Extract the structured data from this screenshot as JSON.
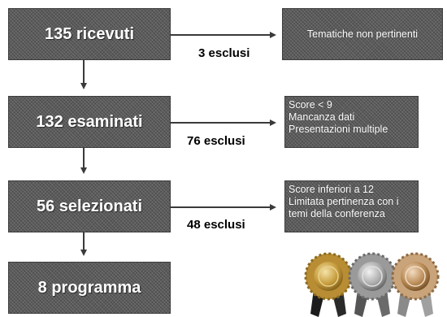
{
  "stages": [
    {
      "label": "135 ricevuti"
    },
    {
      "label": "132 esaminati"
    },
    {
      "label": "56 selezionati"
    },
    {
      "label": "8 programma"
    }
  ],
  "exclusions": [
    {
      "count": "3 esclusi",
      "reasons": [
        "Tematiche non pertinenti"
      ]
    },
    {
      "count": "76 esclusi",
      "reasons": [
        "Score < 9",
        "Mancanza dati",
        "Presentazioni multiple"
      ]
    },
    {
      "count": "48 esclusi",
      "reasons": [
        "Score inferiori a 12",
        "Limitata pertinenza con i",
        "temi della conferenza"
      ]
    }
  ],
  "colors": {
    "box": "#5b5b5b",
    "arrow": "#3a3a3a",
    "rosette_gold": "#c49a3a",
    "rosette_silver": "#a9a9a9",
    "rosette_bronze": "#b98a55"
  },
  "icons": [
    "gold-rosette-icon",
    "silver-rosette-icon",
    "bronze-rosette-icon"
  ]
}
